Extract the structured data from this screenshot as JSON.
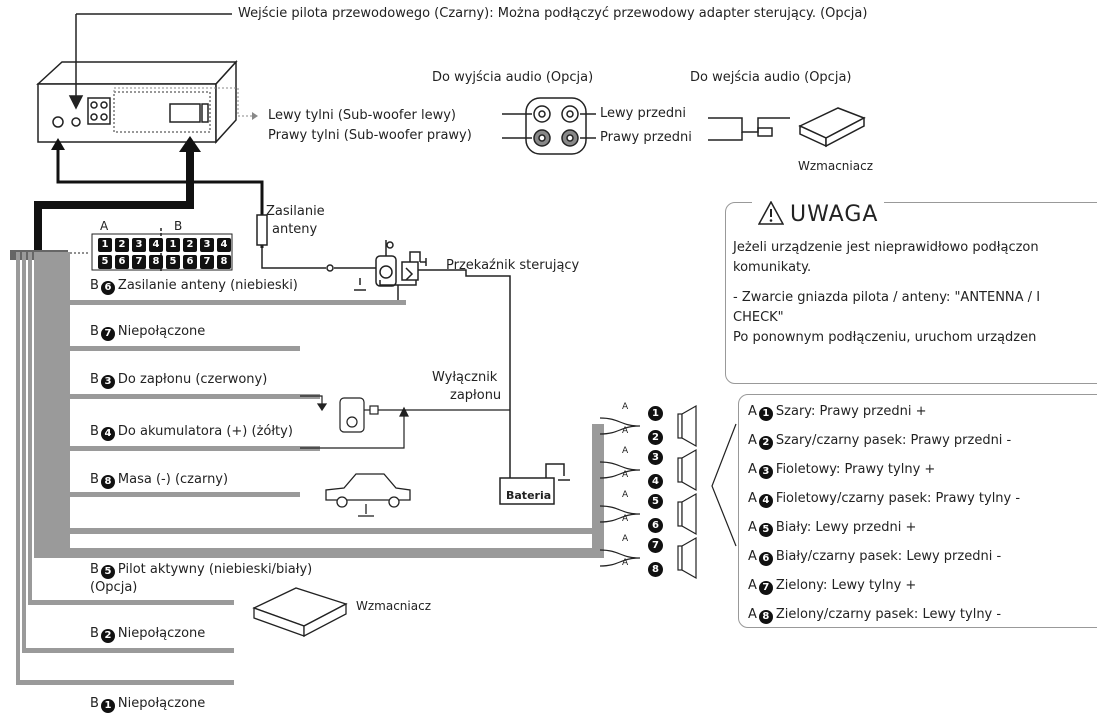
{
  "remote_input_label": "Wejście pilota przewodowego (Czarny): Można podłączyć przewodowy adapter sterujący. (Opcja)",
  "audio_out_title": "Do wyjścia audio (Opcja)",
  "audio_in_title": "Do wejścia audio (Opcja)",
  "rear_left": "Lewy tylni (Sub-woofer lewy)",
  "rear_right": "Prawy tylni (Sub-woofer prawy)",
  "front_left": "Lewy przedni",
  "front_right": "Prawy przedni",
  "amplifier_top": "Wzmacniacz",
  "connector_a": "A",
  "connector_b": "B",
  "connector_pins": [
    "1",
    "2",
    "3",
    "4",
    "1",
    "2",
    "3",
    "4",
    "5",
    "6",
    "7",
    "8",
    "5",
    "6",
    "7",
    "8"
  ],
  "antenna_power_line1": "Zasilanie",
  "antenna_power_line2": "anteny",
  "relay_label": "Przekaźnik sterujący",
  "ignition_switch_line1": "Wyłącznik",
  "ignition_switch_line2": "zapłonu",
  "battery_label": "Bateria",
  "amplifier_bottom": "Wzmacniacz",
  "b_wires": [
    {
      "prefix": "B",
      "num": "6",
      "text": "Zasilanie anteny (niebieski)"
    },
    {
      "prefix": "B",
      "num": "7",
      "text": "Niepołączone"
    },
    {
      "prefix": "B",
      "num": "3",
      "text": "Do zapłonu (czerwony)"
    },
    {
      "prefix": "B",
      "num": "4",
      "text": "Do akumulatora (+) (żółty)"
    },
    {
      "prefix": "B",
      "num": "8",
      "text": "Masa (-) (czarny)"
    },
    {
      "prefix": "B",
      "num": "5",
      "text": "Pilot aktywny (niebieski/biały)"
    },
    {
      "prefix": "B",
      "num": "2",
      "text": "Niepołączone"
    },
    {
      "prefix": "B",
      "num": "1",
      "text": "Niepołączone"
    }
  ],
  "remote_option": "(Opcja)",
  "warning": {
    "title": "UWAGA",
    "line1": "Jeżeli urządzenie jest nieprawidłowo podłączon",
    "line2": "komunikaty.",
    "line3": "- Zwarcie gniazda pilota / anteny:  \"ANTENNA / I",
    "line4": "CHECK\"",
    "line5": "Po ponownym podłączeniu, uruchom urządzen"
  },
  "speaker_pin_labels": [
    "A",
    "A",
    "A",
    "A",
    "A",
    "A",
    "A",
    "A"
  ],
  "speaker_pin_nums": [
    "1",
    "2",
    "3",
    "4",
    "5",
    "6",
    "7",
    "8"
  ],
  "a_wires": [
    {
      "prefix": "A",
      "num": "1",
      "text": "Szary: Prawy przedni +"
    },
    {
      "prefix": "A",
      "num": "2",
      "text": "Szary/czarny pasek: Prawy przedni -"
    },
    {
      "prefix": "A",
      "num": "3",
      "text": "Fioletowy: Prawy tylny +"
    },
    {
      "prefix": "A",
      "num": "4",
      "text": "Fioletowy/czarny pasek: Prawy tylny -"
    },
    {
      "prefix": "A",
      "num": "5",
      "text": "Biały: Lewy przedni +"
    },
    {
      "prefix": "A",
      "num": "6",
      "text": "Biały/czarny pasek: Lewy przedni -"
    },
    {
      "prefix": "A",
      "num": "7",
      "text": "Zielony: Lewy tylny +"
    },
    {
      "prefix": "A",
      "num": "8",
      "text": "Zielony/czarny pasek: Lewy tylny -"
    }
  ],
  "colors": {
    "wire_gray": "#9a9a9a",
    "harness_black": "#111111",
    "line": "#333333"
  }
}
